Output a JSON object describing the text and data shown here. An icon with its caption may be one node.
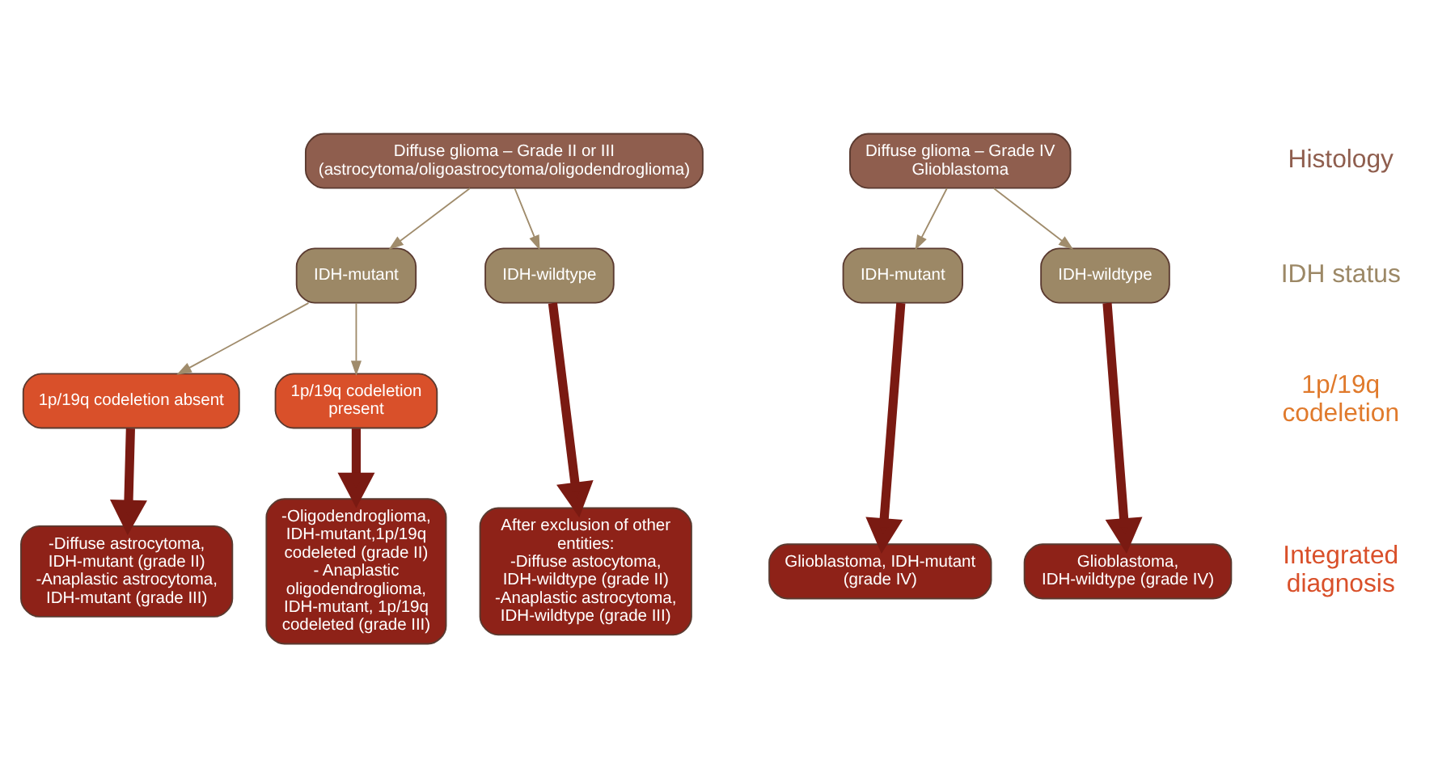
{
  "diagram": {
    "nodes": [
      {
        "text": [
          "Diffuse glioma – Grade II or III (astrocytoma/oligoastrocytoma/oligodendroglioma)"
        ]
      },
      {
        "text": [
          "Diffuse glioma – Grade IV Glioblastoma"
        ]
      },
      {
        "text": [
          "IDH-mutant"
        ]
      },
      {
        "text": [
          "IDH-wildtype"
        ]
      },
      {
        "text": [
          "IDH-mutant"
        ]
      },
      {
        "text": [
          "IDH-wildtype"
        ]
      },
      {
        "text": [
          "1p/19q codeletion absent"
        ]
      },
      {
        "text": [
          "1p/19q codeletion present"
        ]
      },
      {
        "text": [
          "-Diffuse astrocytoma, IDH-mutant (grade II)",
          "-Anaplastic astrocytoma, IDH-mutant (grade III)"
        ]
      },
      {
        "text": [
          "-Oligodendroglioma, IDH-mutant,1p/19q codeleted (grade II)",
          "- Anaplastic oligodendroglioma, IDH-mutant, 1p/19q codeleted (grade III)"
        ]
      },
      {
        "text": [
          "After exclusion of other entities:",
          "-Diffuse astocytoma, IDH-wildtype (grade II)",
          "-Anaplastic astrocytoma, IDH-wildtype (grade III)"
        ]
      },
      {
        "text": [
          "Glioblastoma, IDH-mutant (grade IV)"
        ]
      },
      {
        "text": [
          "Glioblastoma, IDH-wildtype (grade IV)"
        ]
      }
    ],
    "edges": [
      {
        "from": 0,
        "to": 2,
        "arrow": "to"
      },
      {
        "from": 0,
        "to": 3,
        "arrow": "to"
      },
      {
        "from": 1,
        "to": 4,
        "arrow": "to"
      },
      {
        "from": 1,
        "to": 5,
        "arrow": "to"
      },
      {
        "from": 2,
        "to": 6,
        "arrow": "to"
      },
      {
        "from": 2,
        "to": 7,
        "arrow": "to"
      },
      {
        "from": 6,
        "to": 8,
        "arrow": "to",
        "style": "thick",
        "color": "#7a1a12"
      },
      {
        "from": 7,
        "to": 9,
        "arrow": "to",
        "style": "thick",
        "color": "#7a1a12"
      },
      {
        "from": 3,
        "to": 10,
        "arrow": "to",
        "style": "thick",
        "color": "#7a1a12"
      },
      {
        "from": 4,
        "to": 11,
        "arrow": "to",
        "style": "thick",
        "color": "#7a1a12"
      },
      {
        "from": 5,
        "to": 12,
        "arrow": "to",
        "style": "thick",
        "color": "#7a1a12"
      }
    ],
    "labels": [
      "Histology",
      "IDH status",
      "1p/19q codeletion",
      "Integrated diagnosis"
    ]
  }
}
